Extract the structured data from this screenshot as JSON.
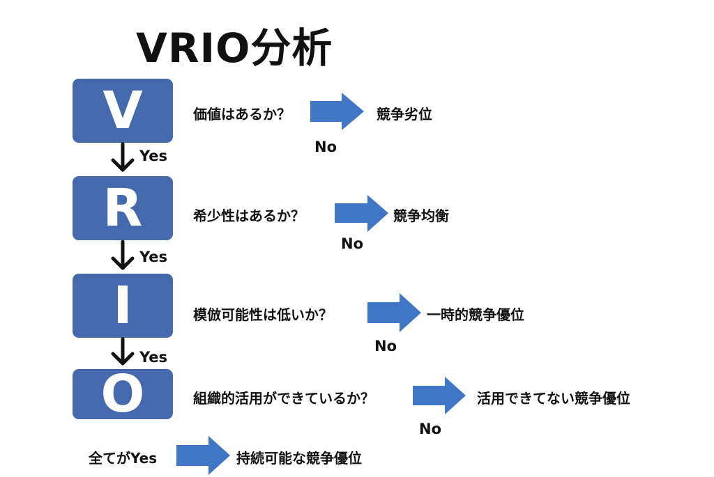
{
  "title": "VRIO分析",
  "steps": [
    {
      "letter": "V",
      "question": "価値はあるか？",
      "no_label": "No",
      "result": "競争劣位",
      "yes_label": "Yes"
    },
    {
      "letter": "R",
      "question": "希少性はあるか？",
      "no_label": "No",
      "result": "競争均衡",
      "yes_label": "Yes"
    },
    {
      "letter": "I",
      "question": "模倣可能性は低いか？",
      "no_label": "No",
      "result": "一時的競争優位",
      "yes_label": "Yes"
    },
    {
      "letter": "O",
      "question": "組織的活用ができているか？",
      "no_label": "No",
      "result": "活用できてない競争優位"
    }
  ],
  "final": {
    "condition": "全てがYes",
    "result": "持続可能な競争優位"
  },
  "colors": {
    "box": "#4469ad",
    "arrow": "#3f76c6",
    "text": "#111111"
  }
}
